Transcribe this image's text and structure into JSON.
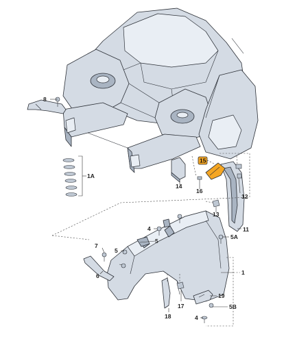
{
  "callouts": {
    "c1": "1",
    "c1A": "1A",
    "c4": "4",
    "c5a": "5",
    "c5b": "5",
    "c5A": "5A",
    "c5B": "5B",
    "c6": "6",
    "c7": "7",
    "c8": "8",
    "c11": "11",
    "c12": "12",
    "c13": "13",
    "c14": "14",
    "c15": "15",
    "c16": "16",
    "c17": "17",
    "c18": "18",
    "c19": "19"
  },
  "colors": {
    "highlight": "#f5a623",
    "part_fill": "#d4dbe4",
    "line": "#2b2f36"
  }
}
